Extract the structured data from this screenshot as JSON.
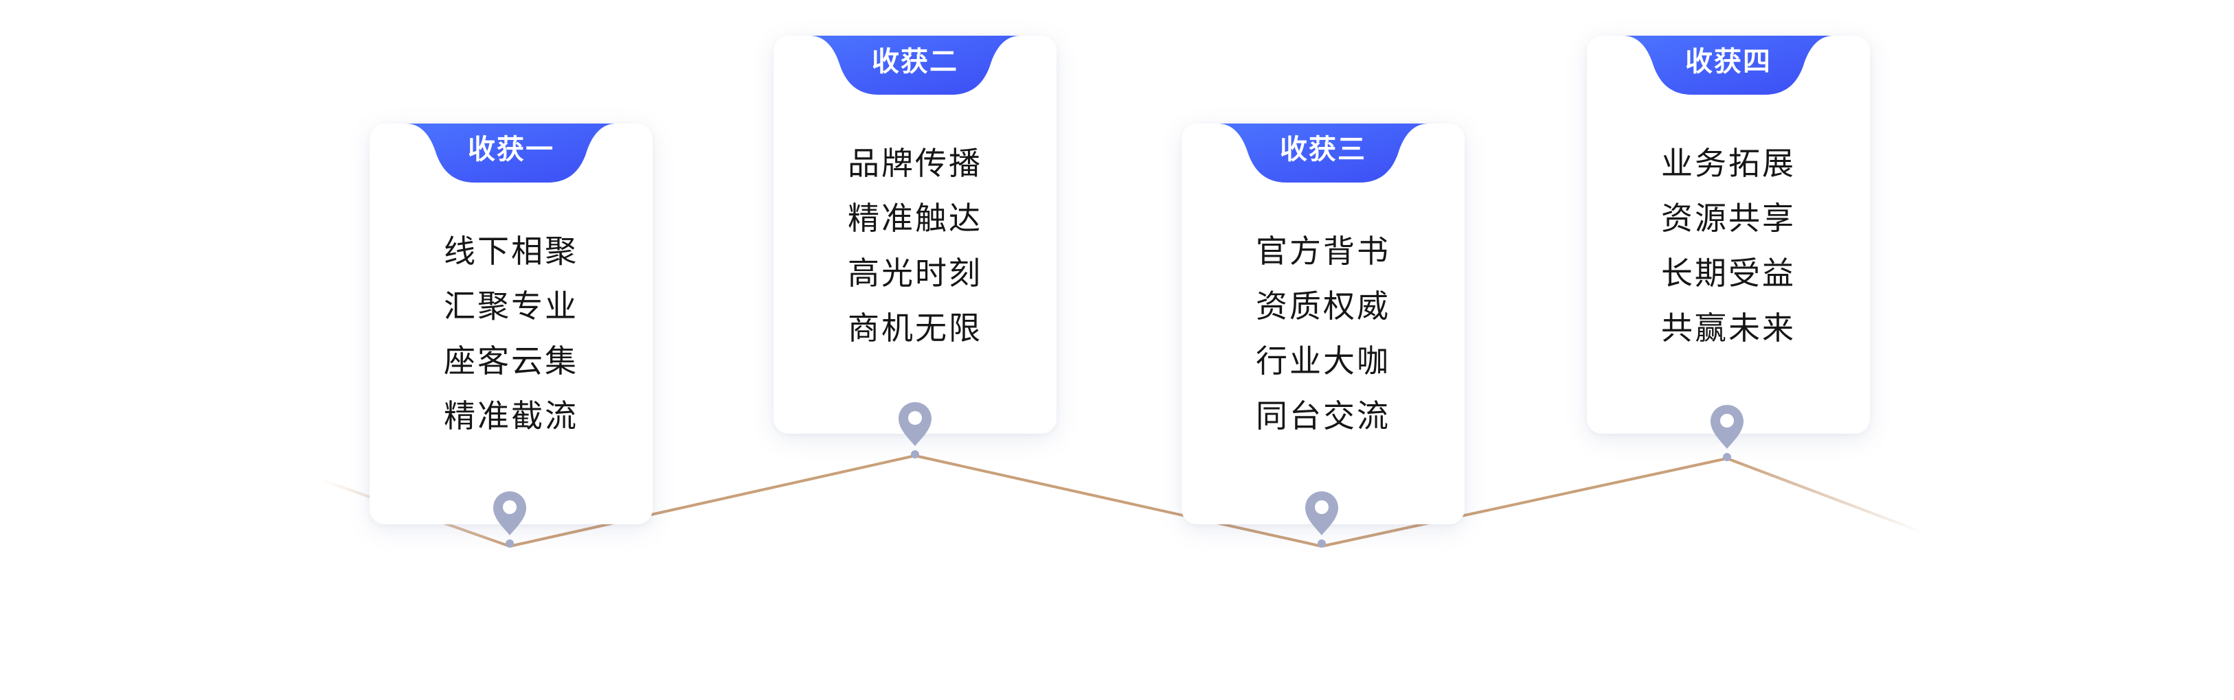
{
  "colors": {
    "tab_gradient_start": "#4b74ff",
    "tab_gradient_end": "#3c4df5",
    "route_line": "#c9a07a",
    "pin": "#a3abc9",
    "item_text": "#161616"
  },
  "gains": [
    {
      "title": "收获一",
      "items": [
        "线下相聚",
        "汇聚专业",
        "座客云集",
        "精准截流"
      ]
    },
    {
      "title": "收获二",
      "items": [
        "品牌传播",
        "精准触达",
        "高光时刻",
        "商机无限"
      ]
    },
    {
      "title": "收获三",
      "items": [
        "官方背书",
        "资质权威",
        "行业大咖",
        "同台交流"
      ]
    },
    {
      "title": "收获四",
      "items": [
        "业务拓展",
        "资源共享",
        "长期受益",
        "共赢未来"
      ]
    }
  ]
}
